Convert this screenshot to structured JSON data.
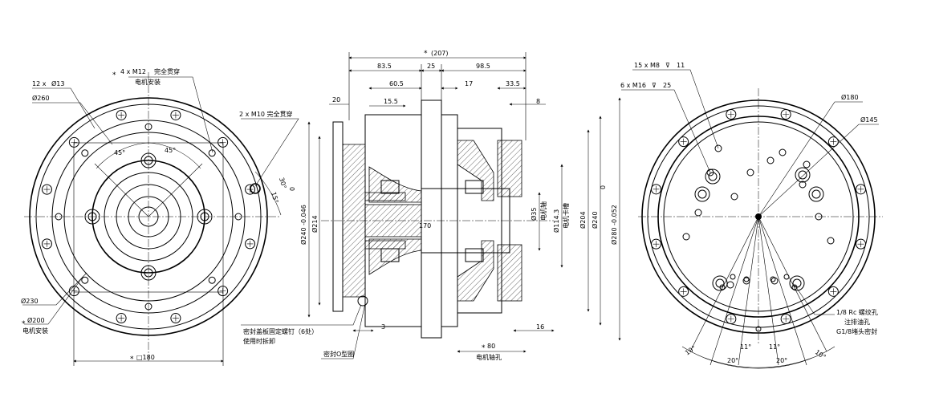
{
  "front_view": {
    "holes_12": "12 x",
    "dia_13": "Ø13",
    "dia_260": "Ø260",
    "m12_qty": "4 x  M12",
    "m12_note": "完全贯穿",
    "m12_mount": "电机安装",
    "m10_note": "2 x M10 完全贯穿",
    "angle_45_left": "45°",
    "angle_45_right": "45°",
    "angle_30": "30°",
    "angle_15": "15°",
    "dia_230": "Ø230",
    "dia_200": "Ø200",
    "mount_200": "电机安装",
    "square_180": "□180",
    "asterisk": "*"
  },
  "section_view": {
    "overall_207": "(207)",
    "d_83_5": "83.5",
    "d_25": "25",
    "d_98_5": "98.5",
    "d_60_5": "60.5",
    "d_17": "17",
    "d_33_5": "33.5",
    "d_20": "20",
    "d_15_5": "15.5",
    "d_8": "8",
    "dia_240_tol": "Ø240 -0.046",
    "tol_upper_240": "0",
    "dia_214": "Ø214",
    "dia_170": "170",
    "dia_35": "Ø35",
    "motor_shaft": "电机轴",
    "dia_114_3": "Ø114.3",
    "motor_boss": "电机卡槽",
    "dia_204": "Ø204",
    "dia_240r": "Ø240",
    "dia_280_tol": "Ø280 -0.052",
    "tol_upper_280": "0",
    "d_3": "3",
    "d_16": "16",
    "d_80": "80",
    "motor_shaft_hole": "电机轴孔",
    "seal_note_1": "密封盖板固定螺钉（6处）",
    "seal_note_2": "使用时拆卸",
    "oring_note": "密封O型圈"
  },
  "back_view": {
    "m8_holes": "15 x M8",
    "m8_depth": "11",
    "m16_holes": "6 x M16",
    "m16_depth": "25",
    "dia_180": "Ø180",
    "dia_145": "Ø145",
    "rc_note": "1/8 Rc 螺纹孔",
    "rc_note_2": "注排油孔",
    "rc_note_3": "G1/8堵头密封",
    "ang_10_l": "10°",
    "ang_20_l": "20°",
    "ang_11_l": "11°",
    "ang_11_r": "11°",
    "ang_20_r": "20°",
    "ang_10_r": "10°"
  }
}
